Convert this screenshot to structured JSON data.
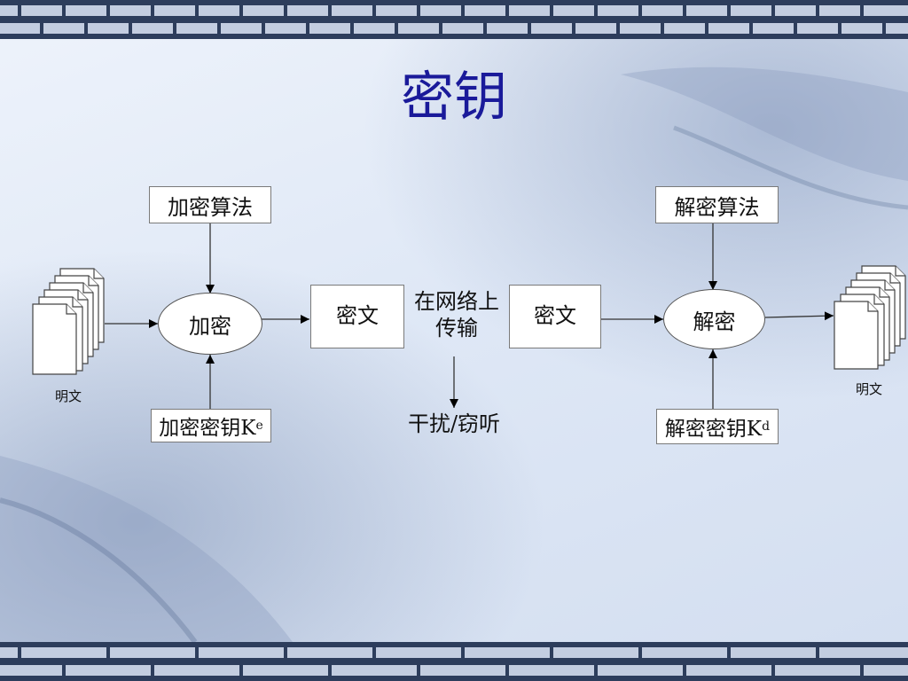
{
  "slide": {
    "title": "密钥"
  },
  "diagram": {
    "encrypt_algorithm": "加密算法",
    "decrypt_algorithm": "解密算法",
    "encrypt": "加密",
    "decrypt": "解密",
    "ciphertext_left": "密文",
    "ciphertext_right": "密文",
    "network_line1": "在网络上",
    "network_line2": "传输",
    "interference": "干扰/窃听",
    "encrypt_key": "加密密钥K",
    "encrypt_key_sub": "e",
    "decrypt_key": "解密密钥K",
    "decrypt_key_sub": "d",
    "plaintext_left": "明文",
    "plaintext_right": "明文"
  },
  "colors": {
    "title": "#1a1a9a",
    "frame_band": "#2d3d5c",
    "background": "#dfe8f6"
  },
  "icons": {
    "plaintext_left": "document-stack-icon",
    "plaintext_right": "document-stack-icon"
  }
}
